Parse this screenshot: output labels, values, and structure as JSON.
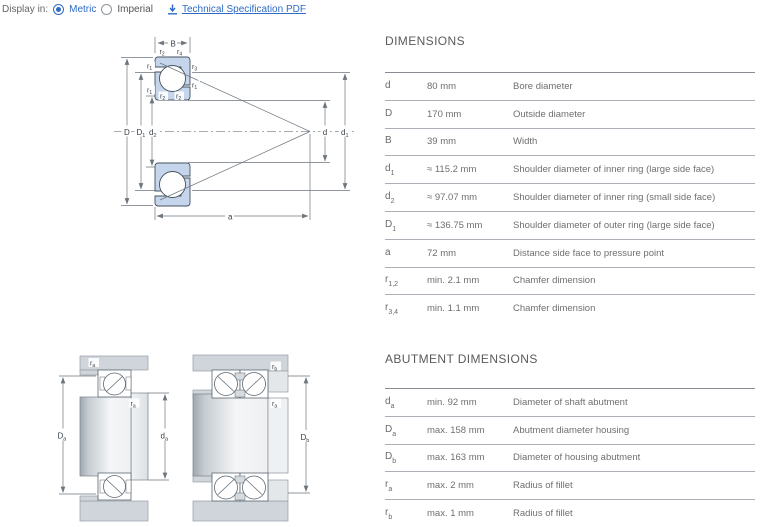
{
  "toolbar": {
    "display_in_label": "Display in:",
    "metric_label": "Metric",
    "imperial_label": "Imperial",
    "pdf_link": "Technical Specification PDF"
  },
  "colors": {
    "accent_blue": "#2e6bc4",
    "bearing_ring_blue": "#c5d6ec",
    "housing_gray": "#cfd5da",
    "drawing_line": "#6d767e"
  },
  "tables": {
    "dimensions": {
      "title": "DIMENSIONS",
      "rows": [
        {
          "sym": "d",
          "sub": "",
          "value": "80 mm",
          "desc": "Bore diameter"
        },
        {
          "sym": "D",
          "sub": "",
          "value": "170 mm",
          "desc": "Outside diameter"
        },
        {
          "sym": "B",
          "sub": "",
          "value": "39 mm",
          "desc": "Width"
        },
        {
          "sym": "d",
          "sub": "1",
          "value": "≈ 115.2 mm",
          "desc": "Shoulder diameter of inner ring (large side face)"
        },
        {
          "sym": "d",
          "sub": "2",
          "value": "≈ 97.07 mm",
          "desc": "Shoulder diameter of inner ring (small side face)"
        },
        {
          "sym": "D",
          "sub": "1",
          "value": "≈ 136.75 mm",
          "desc": "Shoulder diameter of outer ring (large side face)"
        },
        {
          "sym": "a",
          "sub": "",
          "value": "72 mm",
          "desc": "Distance side face to pressure point"
        },
        {
          "sym": "r",
          "sub": "1,2",
          "value": "min. 2.1 mm",
          "desc": "Chamfer dimension"
        },
        {
          "sym": "r",
          "sub": "3,4",
          "value": "min. 1.1 mm",
          "desc": "Chamfer dimension"
        }
      ]
    },
    "abutment": {
      "title": "ABUTMENT DIMENSIONS",
      "rows": [
        {
          "sym": "d",
          "sub": "a",
          "value": "min. 92 mm",
          "desc": "Diameter of shaft abutment"
        },
        {
          "sym": "D",
          "sub": "a",
          "value": "max. 158 mm",
          "desc": "Abutment diameter housing"
        },
        {
          "sym": "D",
          "sub": "b",
          "value": "max. 163 mm",
          "desc": "Diameter of housing abutment"
        },
        {
          "sym": "r",
          "sub": "a",
          "value": "max. 2 mm",
          "desc": "Radius of fillet"
        },
        {
          "sym": "r",
          "sub": "b",
          "value": "max. 1 mm",
          "desc": "Radius of fillet"
        }
      ]
    }
  },
  "diagram_labels": {
    "B": "B",
    "D": "D",
    "d": "d",
    "a": "a",
    "r": "r",
    "sub1": "1",
    "sub2": "2",
    "sub3": "3",
    "sub4": "4",
    "suba": "a",
    "subb": "b"
  }
}
